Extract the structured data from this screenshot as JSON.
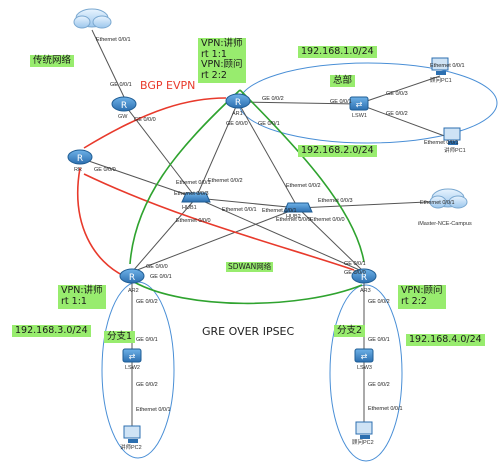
{
  "labels": {
    "traditional_net": "传统网络",
    "bgp_evpn": "BGP EVPN",
    "ar1_vpn": [
      "VPN:讲师",
      "rt 1:1",
      "VPN:顾问",
      "rt 2:2"
    ],
    "hq": "总部",
    "net_hq1": "192.168.1.0/24",
    "net_hq2": "192.168.2.0/24",
    "ar2_vpn": [
      "VPN:讲师",
      "rt 1:1"
    ],
    "ar3_vpn": [
      "VPN:顾问",
      "rt 2:2"
    ],
    "net_b1": "192.168.3.0/24",
    "net_b2": "192.168.4.0/24",
    "branch1": "分支1",
    "branch2": "分支2",
    "sdwan": "SDWAN网络",
    "gre": "GRE OVER IPSEC"
  },
  "devices": {
    "gw": "GW",
    "rr": "RR",
    "ar1": "AR1",
    "ar2": "AR2",
    "ar3": "AR3",
    "lsw1": "LSW1",
    "lsw2": "LSW2",
    "lsw3": "LSW3",
    "hub1": "HUB1",
    "hub2": "HUB2",
    "pc_gw1": "顾问PC1",
    "pc_js1": "讲师PC1",
    "pc_js2": "讲师PC2",
    "pc_gw2": "顾问PC2",
    "campus": "iMaster-NCE-Campus"
  },
  "ports": {
    "cloud1_e01": "Ethernet 0/0/1",
    "gw_ge001": "GE 0/0/1",
    "gw_ge000": "GE 0/0/0",
    "ar1_ge002": "GE 0/0/2",
    "ar1_ge000": "GE 0/0/0",
    "ar1_ge001": "GE 0/0/1",
    "lsw1_ge001": "GE 0/0/1",
    "lsw1_ge003": "GE 0/0/3",
    "lsw1_ge002": "GE 0/0/2",
    "pc_gw1_e": "Ethernet 0/0/1",
    "pc_js1_e": "Ethernet 0/0/1",
    "rr_ge000": "GE 0/0/0",
    "hub1_e1": "Ethernet 0/0/1",
    "hub1_e2": "Ethernet 0/0/2",
    "hub1_e3": "Ethernet 0/0/3",
    "hub1_e0": "Ethernet 0/0/0",
    "hub1_e1b": "Ethernet 0/0/1",
    "hub2_e2": "Ethernet 0/0/2",
    "hub2_e3": "Ethernet 0/0/3",
    "hub2_e1": "Ethernet 0/0/1",
    "hub2_e0": "Ethernet 0/0/0",
    "hub2_e0b": "Ethernet 0/0/0",
    "campus_e": "Ethernet 0/0/1",
    "ar2_ge000": "GE 0/0/0",
    "ar2_ge001": "GE 0/0/1",
    "ar2_ge002": "GE 0/0/2",
    "ar3_ge001": "GE 0/0/1",
    "ar3_ge000": "GE 0/0/0",
    "ar3_ge002": "GE 0/0/2",
    "lsw2_ge001": "GE 0/0/1",
    "lsw2_ge002": "GE 0/0/2",
    "pc_js2_e": "Ethernet 0/0/1",
    "lsw3_ge001": "GE 0/0/1",
    "lsw3_ge002": "GE 0/0/2",
    "pc_gw2_e": "Ethernet 0/0/1"
  },
  "colors": {
    "bgp_line": "#e83a2c",
    "tunnel_line": "#2fa32f",
    "box_fill": "#98ec6e",
    "site_border": "#4a8fd6",
    "router_blue": "#3d87c9",
    "link_gray": "#555555"
  }
}
